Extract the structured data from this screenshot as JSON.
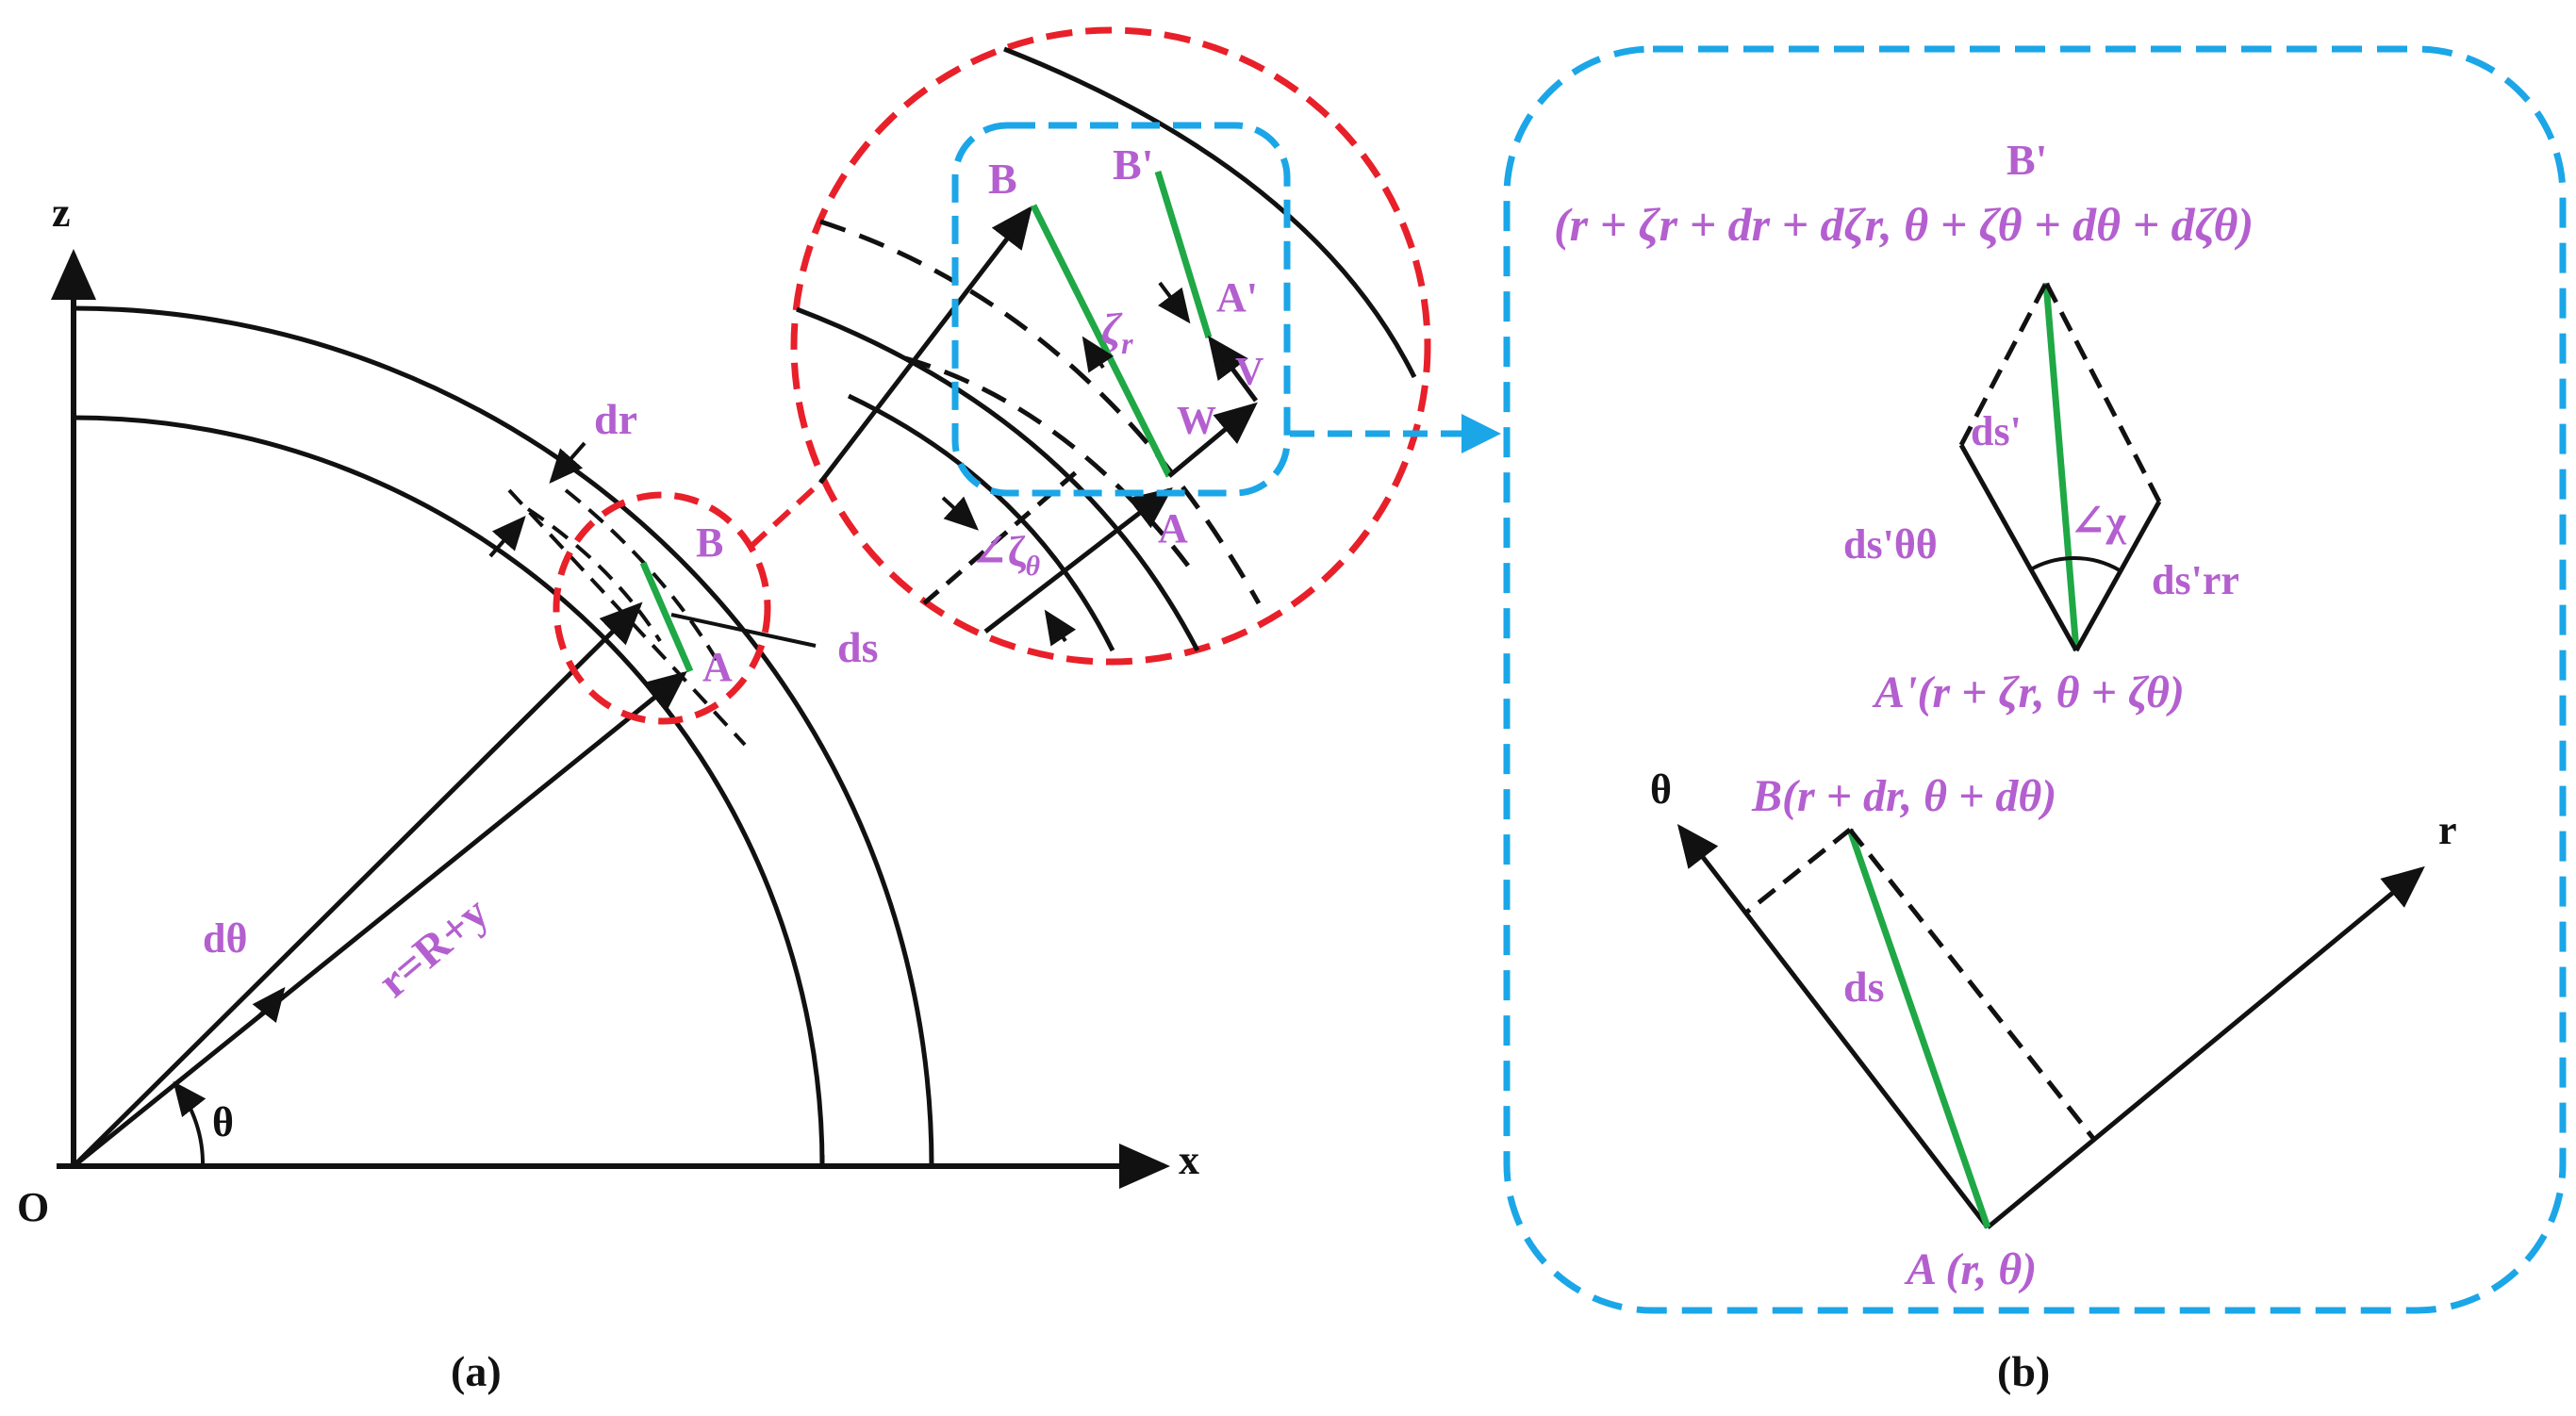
{
  "colors": {
    "stroke": "#111111",
    "label": "#b45fcf",
    "element": "#1fa845",
    "zoom_red": "#e8202a",
    "zoom_blue": "#1ba6e8"
  },
  "panel_a": {
    "caption": "(a)",
    "axis_z": "z",
    "axis_x": "x",
    "origin": "O",
    "theta": "θ",
    "d_theta": "dθ",
    "radius": "r=R+y",
    "dr": "dr",
    "point_b": "B",
    "point_a": "A",
    "ds": "ds",
    "zoom": {
      "point_b": "B",
      "point_b_prime": "B'",
      "point_a": "A",
      "point_a_prime": "A'",
      "zeta_r": "ζ",
      "zeta_r_sub": "r",
      "zeta_theta": "∠ζ",
      "zeta_theta_sub": "θ",
      "w": "W",
      "v": "V"
    }
  },
  "panel_b": {
    "caption": "(b)",
    "b_prime": "B'",
    "b_prime_coords": "(r + ζ",
    "b_prime_coords_full": "(r + ζr + dr + dζr, θ + ζθ + dθ + dζθ)",
    "ds_prime": "ds'",
    "ds_prime_tt": "ds'θθ",
    "ds_prime_rr": "ds'rr",
    "angle_chi": "∠χ",
    "a_prime_coords": "A'(r + ζr, θ + ζθ)",
    "theta_axis": "θ",
    "r_axis": "r",
    "b_coords": "B(r + dr, θ + dθ)",
    "ds": "ds",
    "a_coords": "A (r, θ)"
  }
}
